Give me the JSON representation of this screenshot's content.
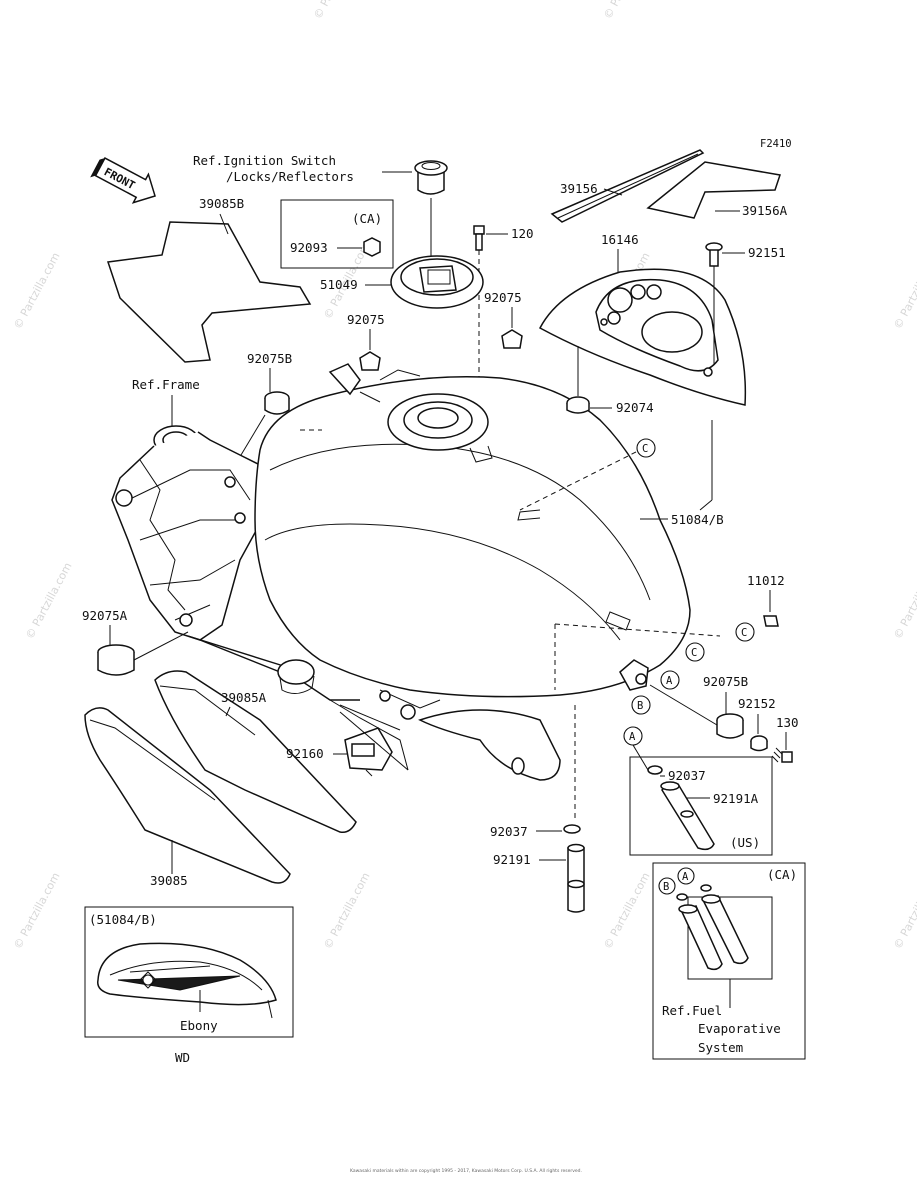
{
  "diagram_code": "F2410",
  "front_arrow": "FRONT",
  "labels": {
    "ref_ignition_line1": "Ref.Ignition Switch",
    "ref_ignition_line2": "/Locks/Reflectors",
    "p39156": "39156",
    "p39156A": "39156A",
    "p39085B": "39085B",
    "ca_box": "(CA)",
    "p92093": "92093",
    "p120": "120",
    "p16146": "16146",
    "p92151": "92151",
    "p51049": "51049",
    "p92075_right": "92075",
    "p92075_left": "92075",
    "p92075B_left": "92075B",
    "ref_frame": "Ref.Frame",
    "p92074": "92074",
    "p51084B": "51084/B",
    "p11012": "11012",
    "p92075A": "92075A",
    "p39085A": "39085A",
    "p92075B_right": "92075B",
    "p92152": "92152",
    "p130": "130",
    "p92160": "92160",
    "p92037_box": "92037",
    "p92191A": "92191A",
    "us_box": "(US)",
    "p92037_bottom": "92037",
    "p92191": "92191",
    "p39085": "39085",
    "ca_box2": "(CA)",
    "ref_fuel_line1": "Ref.Fuel",
    "ref_fuel_line2": "Evaporative",
    "ref_fuel_line3": "System",
    "inset_part": "(51084/B)",
    "ebony": "Ebony",
    "wd": "WD"
  },
  "callouts": {
    "A": "A",
    "B": "B",
    "C": "C"
  },
  "watermark": "© Partzilla.com",
  "copyright": "Kawasaki materials within are copyright 1995 - 2017, Kawasaki Motors Corp. U.S.A. All rights reserved."
}
